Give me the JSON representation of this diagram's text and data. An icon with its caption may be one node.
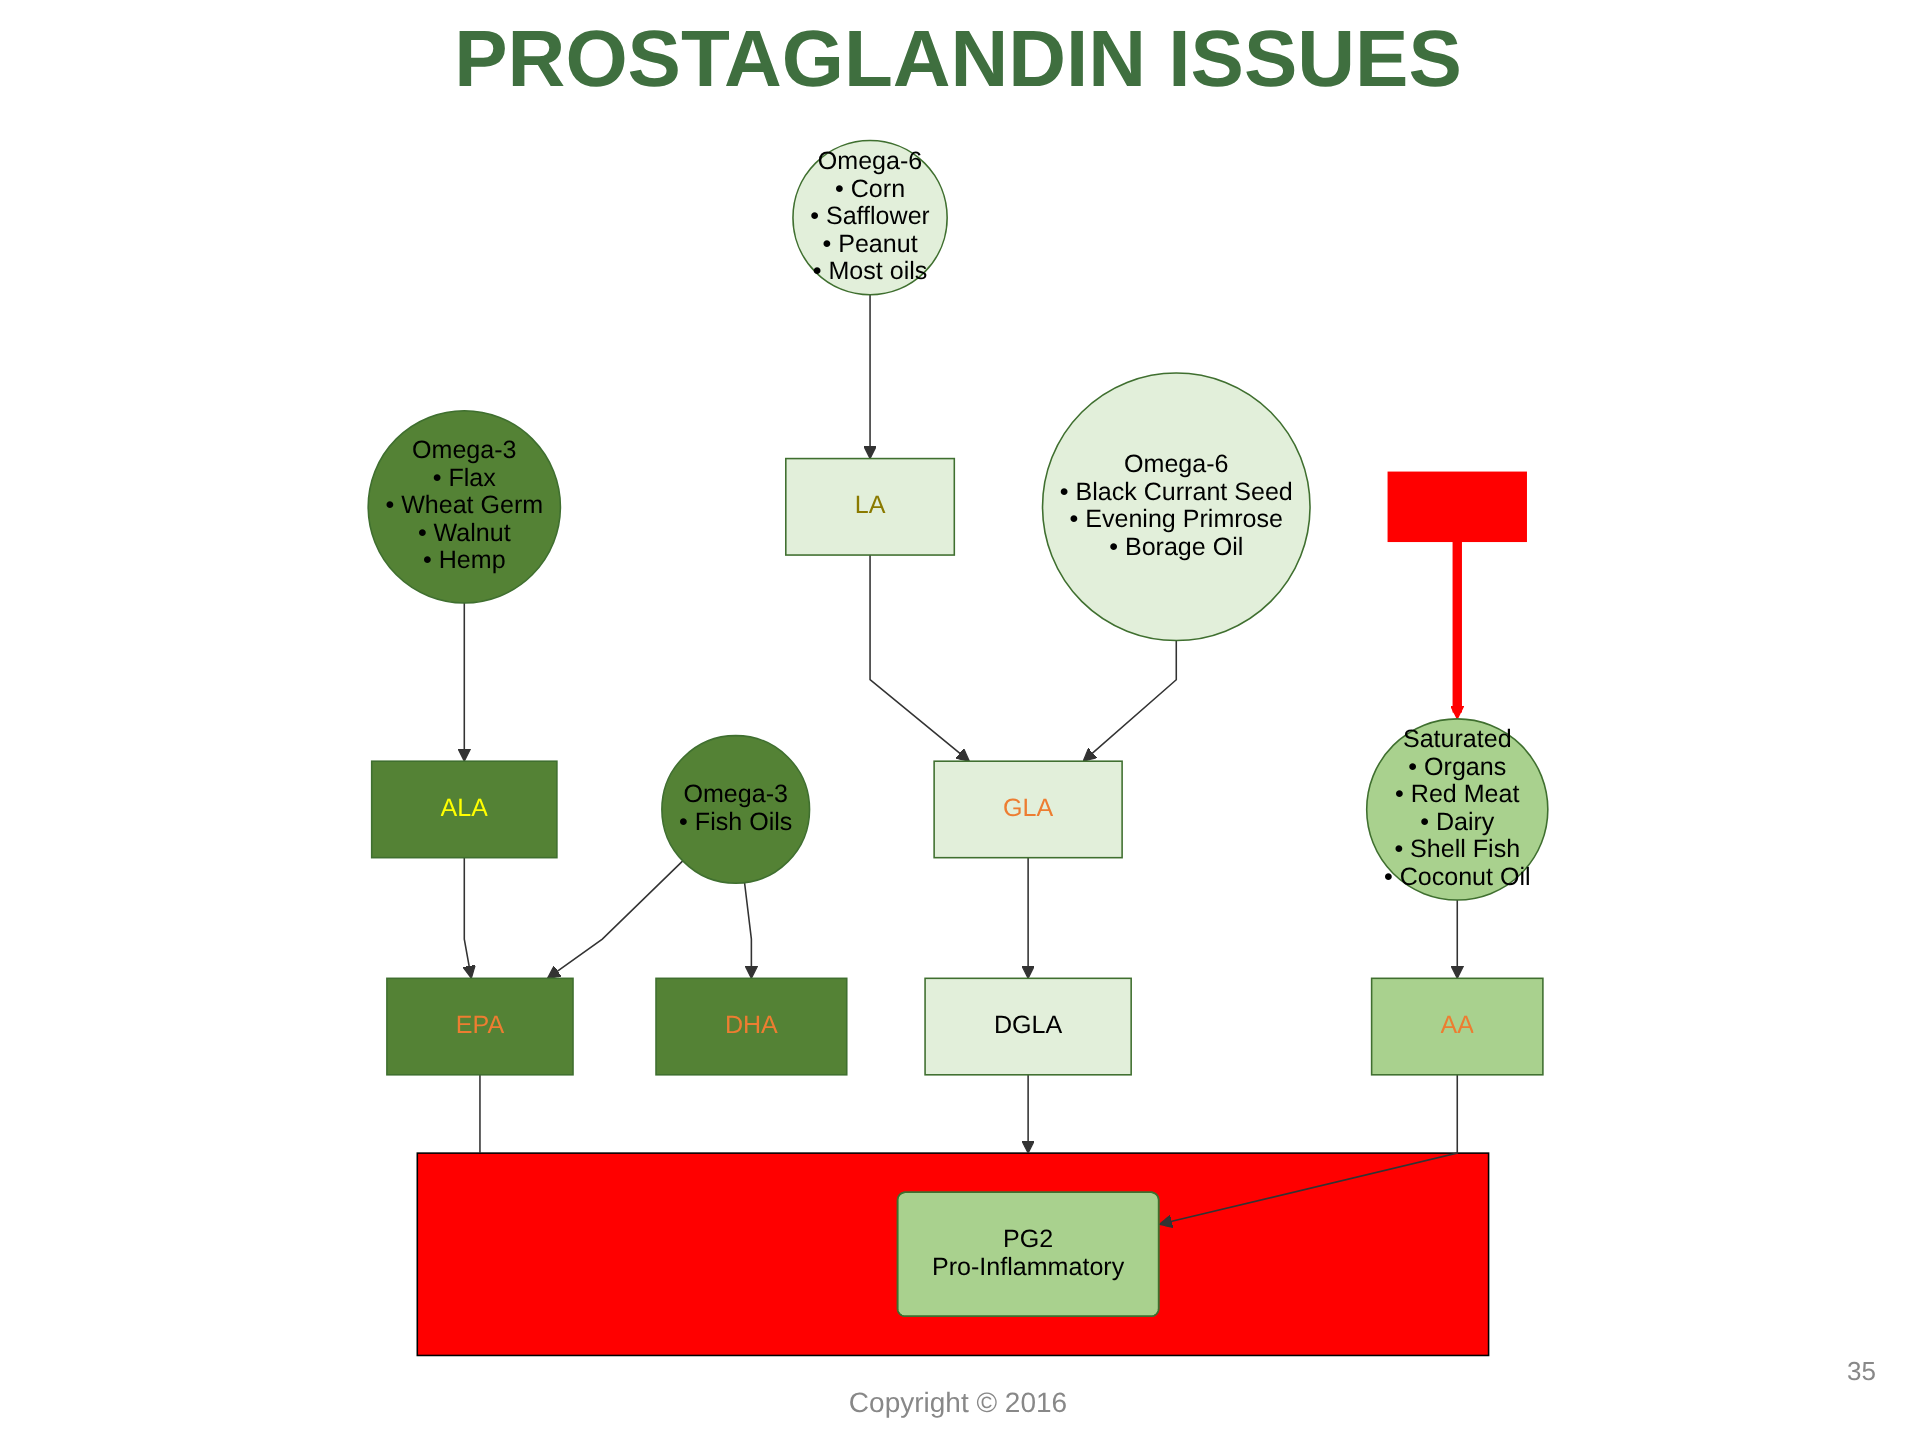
{
  "diagram": {
    "title": "PROSTAGLANDIN ISSUES",
    "nodes": [
      {
        "text": [
          "Omega-6",
          "• Corn",
          "• Safflower",
          "• Peanut",
          "• Most oils"
        ]
      },
      {
        "text": [
          "Saturated",
          "• Organs",
          "• Red Meat",
          "• Dairy",
          "• Shell Fish",
          "• Coconut Oil"
        ]
      },
      {
        "text": [
          "Omega-3",
          "• Flax",
          "• Wheat Germ",
          "• Walnut",
          "• Hemp"
        ]
      },
      {
        "text": [
          "Omega-3",
          "• Fish Oils"
        ]
      },
      {
        "text": [
          "LA"
        ]
      },
      {
        "text": [
          "ALA"
        ]
      },
      {
        "text": [
          "Omega-6",
          "• Black Currant Seed",
          "• Evening Primrose",
          "• Borage Oil"
        ]
      },
      {
        "text": [
          "GLA"
        ]
      },
      {
        "text": [
          "AA"
        ]
      },
      {
        "text": [
          "EPA"
        ]
      },
      {
        "text": [
          "DHA"
        ]
      },
      {
        "text": [
          "DGLA"
        ]
      },
      {
        "text": [],
        "shape": "box"
      },
      {
        "text": [
          "PG2",
          "Pro-Inflammatory"
        ],
        "in": 12
      }
    ],
    "edges": [
      {
        "from": null,
        "to": 1,
        "arrow": "to",
        "style": "thick",
        "color": "#ff0000"
      },
      {
        "from": 0,
        "to": 4,
        "arrow": "to"
      },
      {
        "from": 4,
        "to": 7,
        "arrow": "to"
      },
      {
        "from": 6,
        "to": 7,
        "arrow": "to"
      },
      {
        "from": 7,
        "to": 11,
        "arrow": "to"
      },
      {
        "from": 11,
        "to": 12,
        "arrow": "to"
      },
      {
        "from": 1,
        "to": 8,
        "arrow": "to"
      },
      {
        "from": 8,
        "to": 13,
        "arrow": "to"
      },
      {
        "from": 2,
        "to": 5,
        "arrow": "to"
      },
      {
        "from": 5,
        "to": 9,
        "arrow": "to"
      },
      {
        "from": 3,
        "to": 9,
        "arrow": "to"
      },
      {
        "from": 3,
        "to": 10,
        "arrow": "to"
      },
      {
        "from": 9,
        "to": 12,
        "arrow": "none"
      }
    ],
    "labels": [
      "Copyright © 2016",
      "35"
    ]
  }
}
